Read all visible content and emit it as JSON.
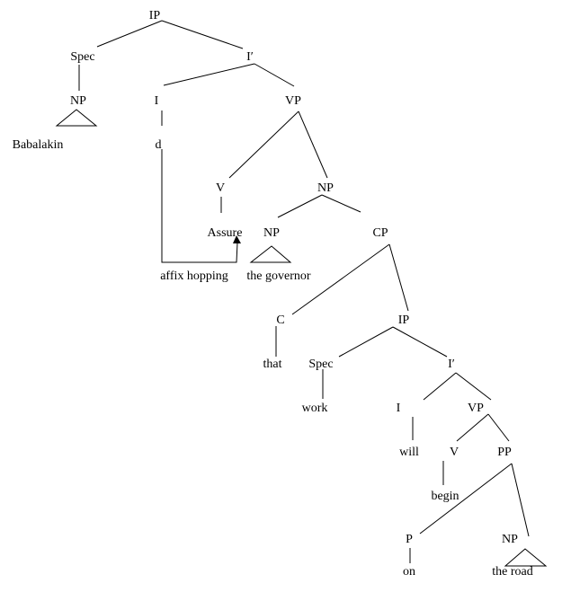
{
  "tree": {
    "root_ip": "IP",
    "spec": "Spec",
    "i_bar": "I′",
    "subject_np": "NP",
    "i": "I",
    "vp": "VP",
    "subject_word": "Babalakin",
    "i_word": "d",
    "v": "V",
    "object_np": "NP",
    "v_word": "Assure",
    "inner_np": "NP",
    "cp": "CP",
    "affix_label": "affix hopping",
    "inner_np_word": "the governor",
    "c": "C",
    "emb_ip": "IP",
    "c_word": "that",
    "emb_spec": "Spec",
    "emb_i_bar": "I′",
    "emb_spec_word": "work",
    "emb_i": "I",
    "emb_vp": "VP",
    "emb_i_word": "will",
    "emb_v": "V",
    "pp": "PP",
    "emb_v_word": "begin",
    "p": "P",
    "pp_np": "NP",
    "p_word": "on",
    "pp_np_word": "the road"
  }
}
